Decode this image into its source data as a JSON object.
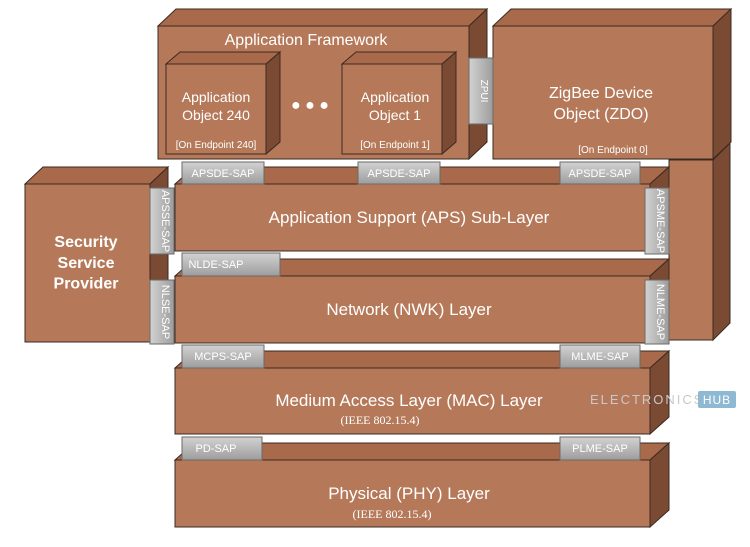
{
  "colors": {
    "face": "#b5795a",
    "top": "#a86a4b",
    "side": "#7a4a33",
    "edge": "#3a2a22",
    "sap": "#b9b9b9",
    "sap_dark": "#8a8a8a",
    "watermark_box": "#8fb9d3"
  },
  "layers": {
    "app_framework": "Application Framework",
    "app_object_240": "Application\nObject 240",
    "endpoint_240": "[On Endpoint 240]",
    "ellipsis": "● ● ●",
    "app_object_1": "Application\nObject 1",
    "endpoint_1": "[On Endpoint 1]",
    "zpui": "ZPUI",
    "zdo": "ZigBee Device\nObject (ZDO)",
    "endpoint_0": "[On Endpoint 0]",
    "security": "Security\nService\nProvider",
    "aps": "Application Support (APS) Sub-Layer",
    "nwk": "Network (NWK) Layer",
    "mac": "Medium Access Layer (MAC) Layer",
    "mac_std": "(IEEE 802.15.4)",
    "phy": "Physical (PHY) Layer",
    "phy_std": "(IEEE 802.15.4)"
  },
  "saps": {
    "apsde_1": "APSDE-SAP",
    "apsde_2": "APSDE-SAP",
    "apsde_3": "APSDE-SAP",
    "apsse": "APSSE-SAP",
    "apsme": "APSME-SAP",
    "nlde": "NLDE-SAP",
    "nlse": "NLSE-SAP",
    "nlme": "NLME-SAP",
    "mcps": "MCPS-SAP",
    "mlme": "MLME-SAP",
    "pd": "PD-SAP",
    "plme": "PLME-SAP"
  },
  "watermark": {
    "text": "ELECTRONICS",
    "badge": "HUB"
  }
}
